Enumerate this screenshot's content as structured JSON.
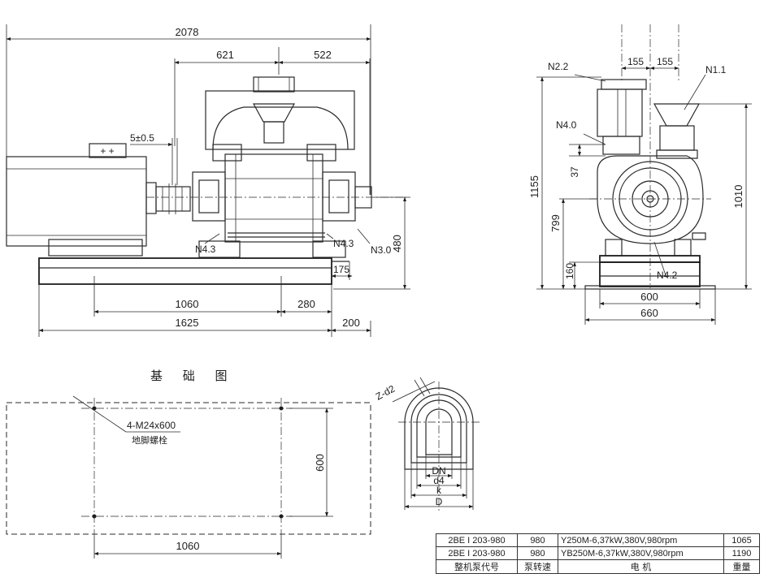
{
  "front_view": {
    "dims": {
      "overall_length": "2078",
      "pump_left": "621",
      "pump_right": "522",
      "coupling_gap": "5±0.5",
      "base_inner": "1060",
      "base_right": "280",
      "base_total": "1625",
      "base_ext": "200",
      "shaft_height": "480",
      "base_offset": "175"
    },
    "labels": {
      "n43_left": "N4.3",
      "n43_right": "N4.3",
      "n30": "N3.0"
    },
    "motor_box_label": "+ +"
  },
  "side_view": {
    "dims": {
      "flange_left": "155",
      "flange_right": "155",
      "height_total": "1155",
      "height_outlet": "1010",
      "height_axis": "799",
      "height_n40": "37",
      "height_base": "160",
      "base_inner": "600",
      "base_outer": "660"
    },
    "labels": {
      "n22": "N2.2",
      "n11": "N1.1",
      "n40": "N4.0",
      "n42": "N4.2"
    }
  },
  "foundation": {
    "title": "基 础 图",
    "bolt_spec": "4-M24x600",
    "bolt_name": "地脚螺栓",
    "width_dim": "600",
    "length_dim": "1060"
  },
  "flange_detail": {
    "holes": "Z-d2",
    "labels": [
      "DN",
      "d4",
      "k",
      "D"
    ]
  },
  "spec_table": {
    "rows": [
      [
        "2BE I 203-980",
        "980",
        "Y250M-6,37kW,380V,980rpm",
        "1065"
      ],
      [
        "2BE I 203-980",
        "980",
        "YB250M-6,37kW,380V,980rpm",
        "1190"
      ]
    ],
    "headers": [
      "整机泵代号",
      "泵转速",
      "电 机",
      "重量"
    ]
  }
}
